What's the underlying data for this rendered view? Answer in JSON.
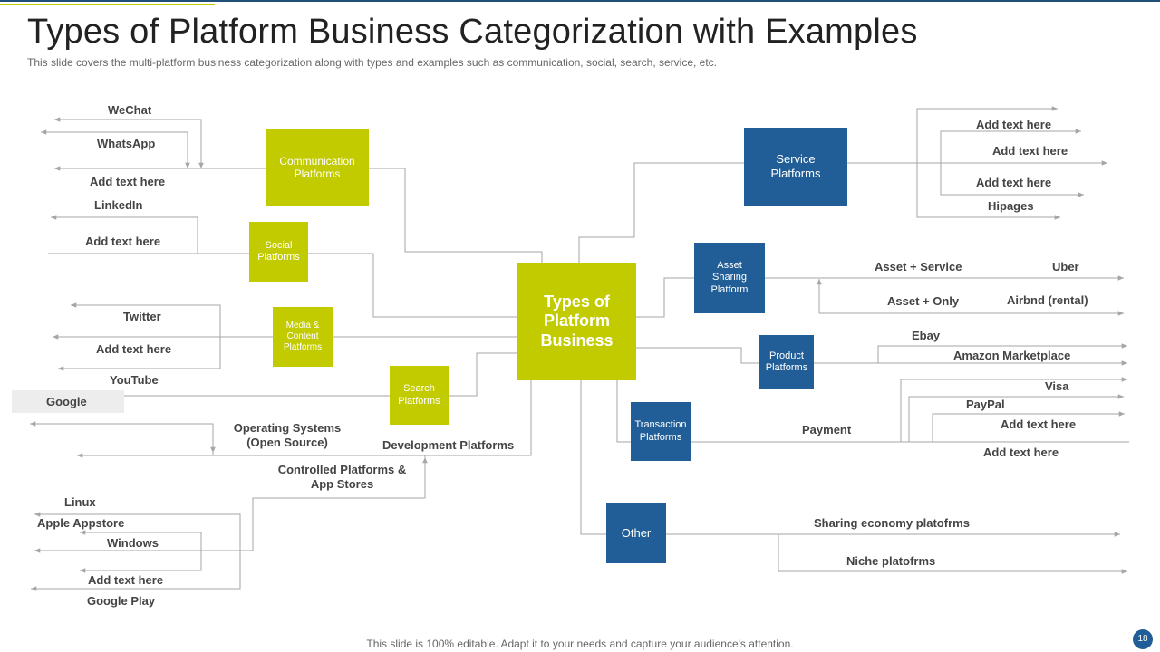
{
  "slide": {
    "title": "Types of Platform Business Categorization with Examples",
    "subtitle": "This slide covers the multi-platform business categorization along with types and examples such as communication, social, search, service, etc.",
    "footer": "This slide is 100% editable. Adapt it to your needs and capture your audience's attention.",
    "page_number": "18"
  },
  "colors": {
    "green": "#c2cb00",
    "blue": "#215d96",
    "line": "#a6a6a6",
    "text": "#444444"
  },
  "center": {
    "label": "Types of Platform Business"
  },
  "categories": {
    "communication": "Communication Platforms",
    "social": "Social Platforms",
    "media": "Media & Content Platforms",
    "search": "Search Platforms",
    "service": "Service Platforms",
    "asset": "Asset Sharing Platform",
    "product": "Product Platforms",
    "transaction": "Transaction Platforms",
    "other": "Other"
  },
  "labels": {
    "wechat": "WeChat",
    "whatsapp": "WhatsApp",
    "comm_add": "Add text here",
    "linkedin": "LinkedIn",
    "social_add": "Add text here",
    "twitter": "Twitter",
    "media_add": "Add text here",
    "youtube": "YouTube",
    "google": "Google",
    "os": "Operating Systems (Open Source)",
    "dev": "Development  Platforms",
    "controlled": "Controlled Platforms & App Stores",
    "linux": "Linux",
    "apple": "Apple Appstore",
    "windows": "Windows",
    "stores_add": "Add text here",
    "googleplay": "Google Play",
    "service_add1": "Add text here",
    "service_add2": "Add text here",
    "service_add3": "Add text here",
    "hipages": "Hipages",
    "asset_service": "Asset + Service",
    "uber": "Uber",
    "asset_only": "Asset + Only",
    "airbnd": "Airbnd (rental)",
    "ebay": "Ebay",
    "amazon": "Amazon Marketplace",
    "visa": "Visa",
    "paypal": "PayPal",
    "payment": "Payment",
    "trans_add1": "Add text here",
    "trans_add2": "Add text here",
    "sharing": "Sharing economy platofrms",
    "niche": "Niche platofrms"
  }
}
